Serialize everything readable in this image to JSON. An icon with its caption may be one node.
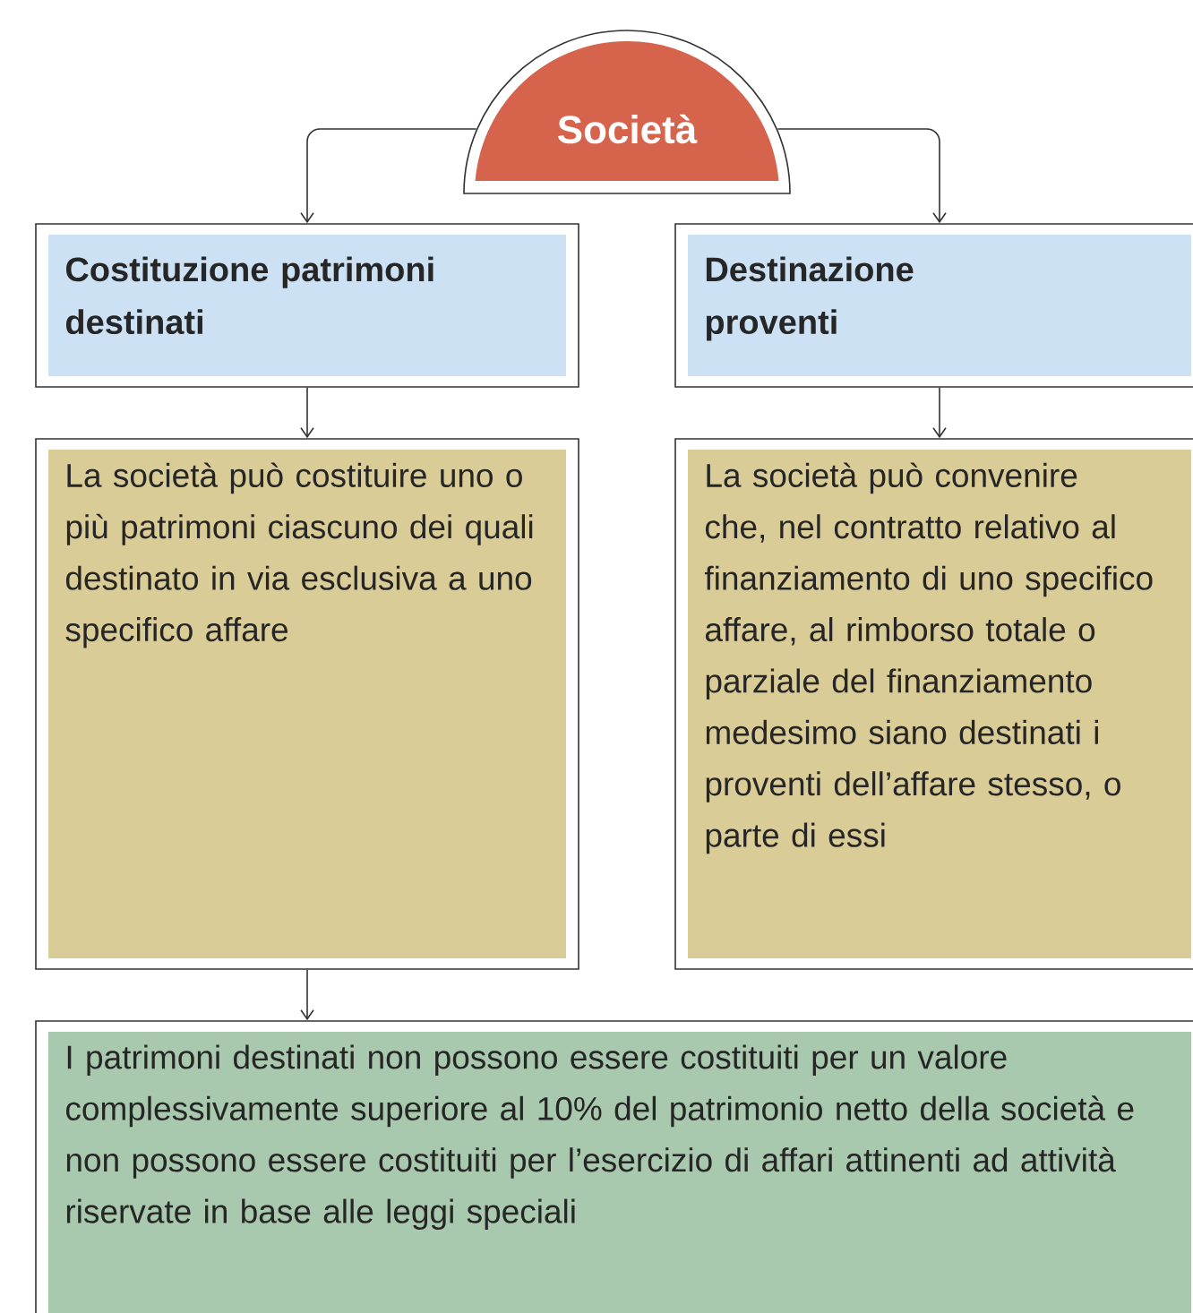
{
  "diagram": {
    "nodes": [
      {
        "text": [
          "Società"
        ]
      },
      {
        "text": [
          "Costituzione patrimoni destinati"
        ]
      },
      {
        "text": [
          "Destinazione proventi"
        ]
      },
      {
        "text": [
          "La società può costituire uno o più patrimoni ciascuno dei quali destinato in via esclusiva a uno specifico affare"
        ]
      },
      {
        "text": [
          "La società può convenire che, nel contratto relativo al finanziamento di uno specifico affare, al rimborso totale o parziale del finanziamento medesimo siano destinati i proventi dell’affare stesso, o parte di essi"
        ]
      },
      {
        "text": [
          "I patrimoni destinati non possono essere costituiti per un valore complessivamente superiore al 10% del patrimonio netto della società e non possono essere costituiti per l’esercizio di affari attinenti ad attività riservate in base alle leggi speciali"
        ]
      }
    ],
    "edges": [
      {
        "from": 0,
        "to": 1,
        "arrow": "to"
      },
      {
        "from": 0,
        "to": 2,
        "arrow": "to"
      },
      {
        "from": 1,
        "to": 3,
        "arrow": "to"
      },
      {
        "from": 2,
        "to": 4,
        "arrow": "to"
      },
      {
        "from": 3,
        "to": 5,
        "arrow": "to"
      }
    ]
  }
}
